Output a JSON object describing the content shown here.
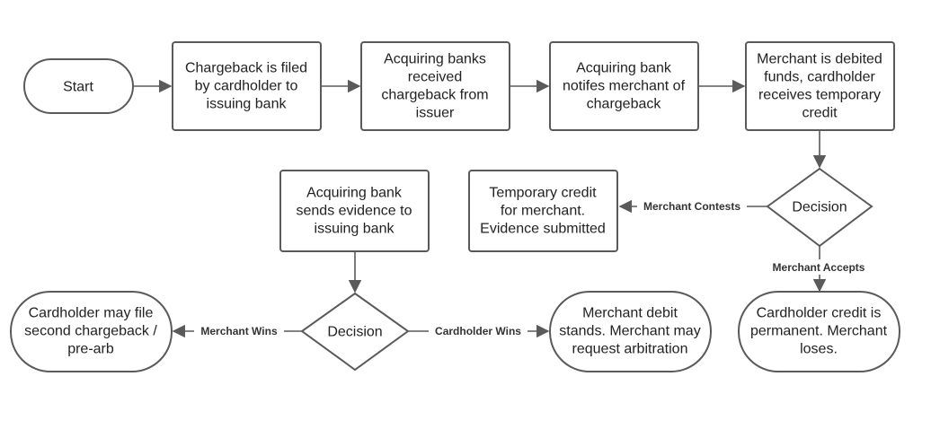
{
  "colors": {
    "stroke": "#5a5a5a",
    "text": "#222222",
    "background": "#ffffff"
  },
  "nodes": {
    "start": [
      "Start"
    ],
    "filed": [
      "Chargeback is filed",
      "by cardholder to",
      "issuing bank"
    ],
    "received": [
      "Acquiring banks",
      "received",
      "chargeback from",
      "issuer"
    ],
    "notifies": [
      "Acquiring bank",
      "notifes merchant of",
      "chargeback"
    ],
    "debited": [
      "Merchant is debited",
      "funds, cardholder",
      "receives temporary",
      "credit"
    ],
    "decision1": [
      "Decision"
    ],
    "temp_credit": [
      "Temporary credit",
      "for merchant.",
      "Evidence submitted"
    ],
    "evidence": [
      "Acquiring bank",
      "sends evidence to",
      "issuing bank"
    ],
    "decision2": [
      "Decision"
    ],
    "second_cb": [
      "Cardholder may file",
      "second chargeback /",
      "pre-arb"
    ],
    "debit_stands": [
      "Merchant debit",
      "stands. Merchant may",
      "request arbitration"
    ],
    "permanent": [
      "Cardholder credit is",
      "permanent. Merchant",
      "loses."
    ]
  },
  "edges": {
    "merchant_contests": "Merchant Contests",
    "merchant_accepts": "Merchant Accepts",
    "merchant_wins": "Merchant Wins",
    "cardholder_wins": "Cardholder Wins"
  }
}
